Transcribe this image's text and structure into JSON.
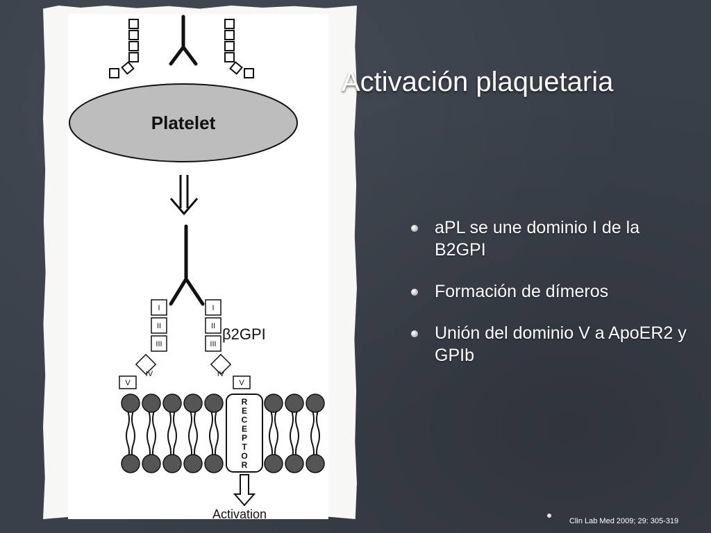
{
  "slide": {
    "title": "Activación plaquetaria",
    "bullets": [
      "aPL se une dominio I de la B2GPI",
      "Formación de dímeros",
      "Unión del dominio V a ApoER2 y GPIb"
    ],
    "citation": "Clin Lab Med 2009; 29: 305-319"
  },
  "figure": {
    "platelet_label": "Platelet",
    "protein_label": "β2GPI",
    "domains": [
      "I",
      "II",
      "III",
      "IV",
      "V"
    ],
    "receptor_letters": [
      "R",
      "E",
      "C",
      "E",
      "P",
      "T",
      "O",
      "R"
    ],
    "outcome_label": "Activation"
  },
  "colors": {
    "background": "#3a404a",
    "text": "#ffffff",
    "platelet_fill": "#bdbdbd"
  }
}
